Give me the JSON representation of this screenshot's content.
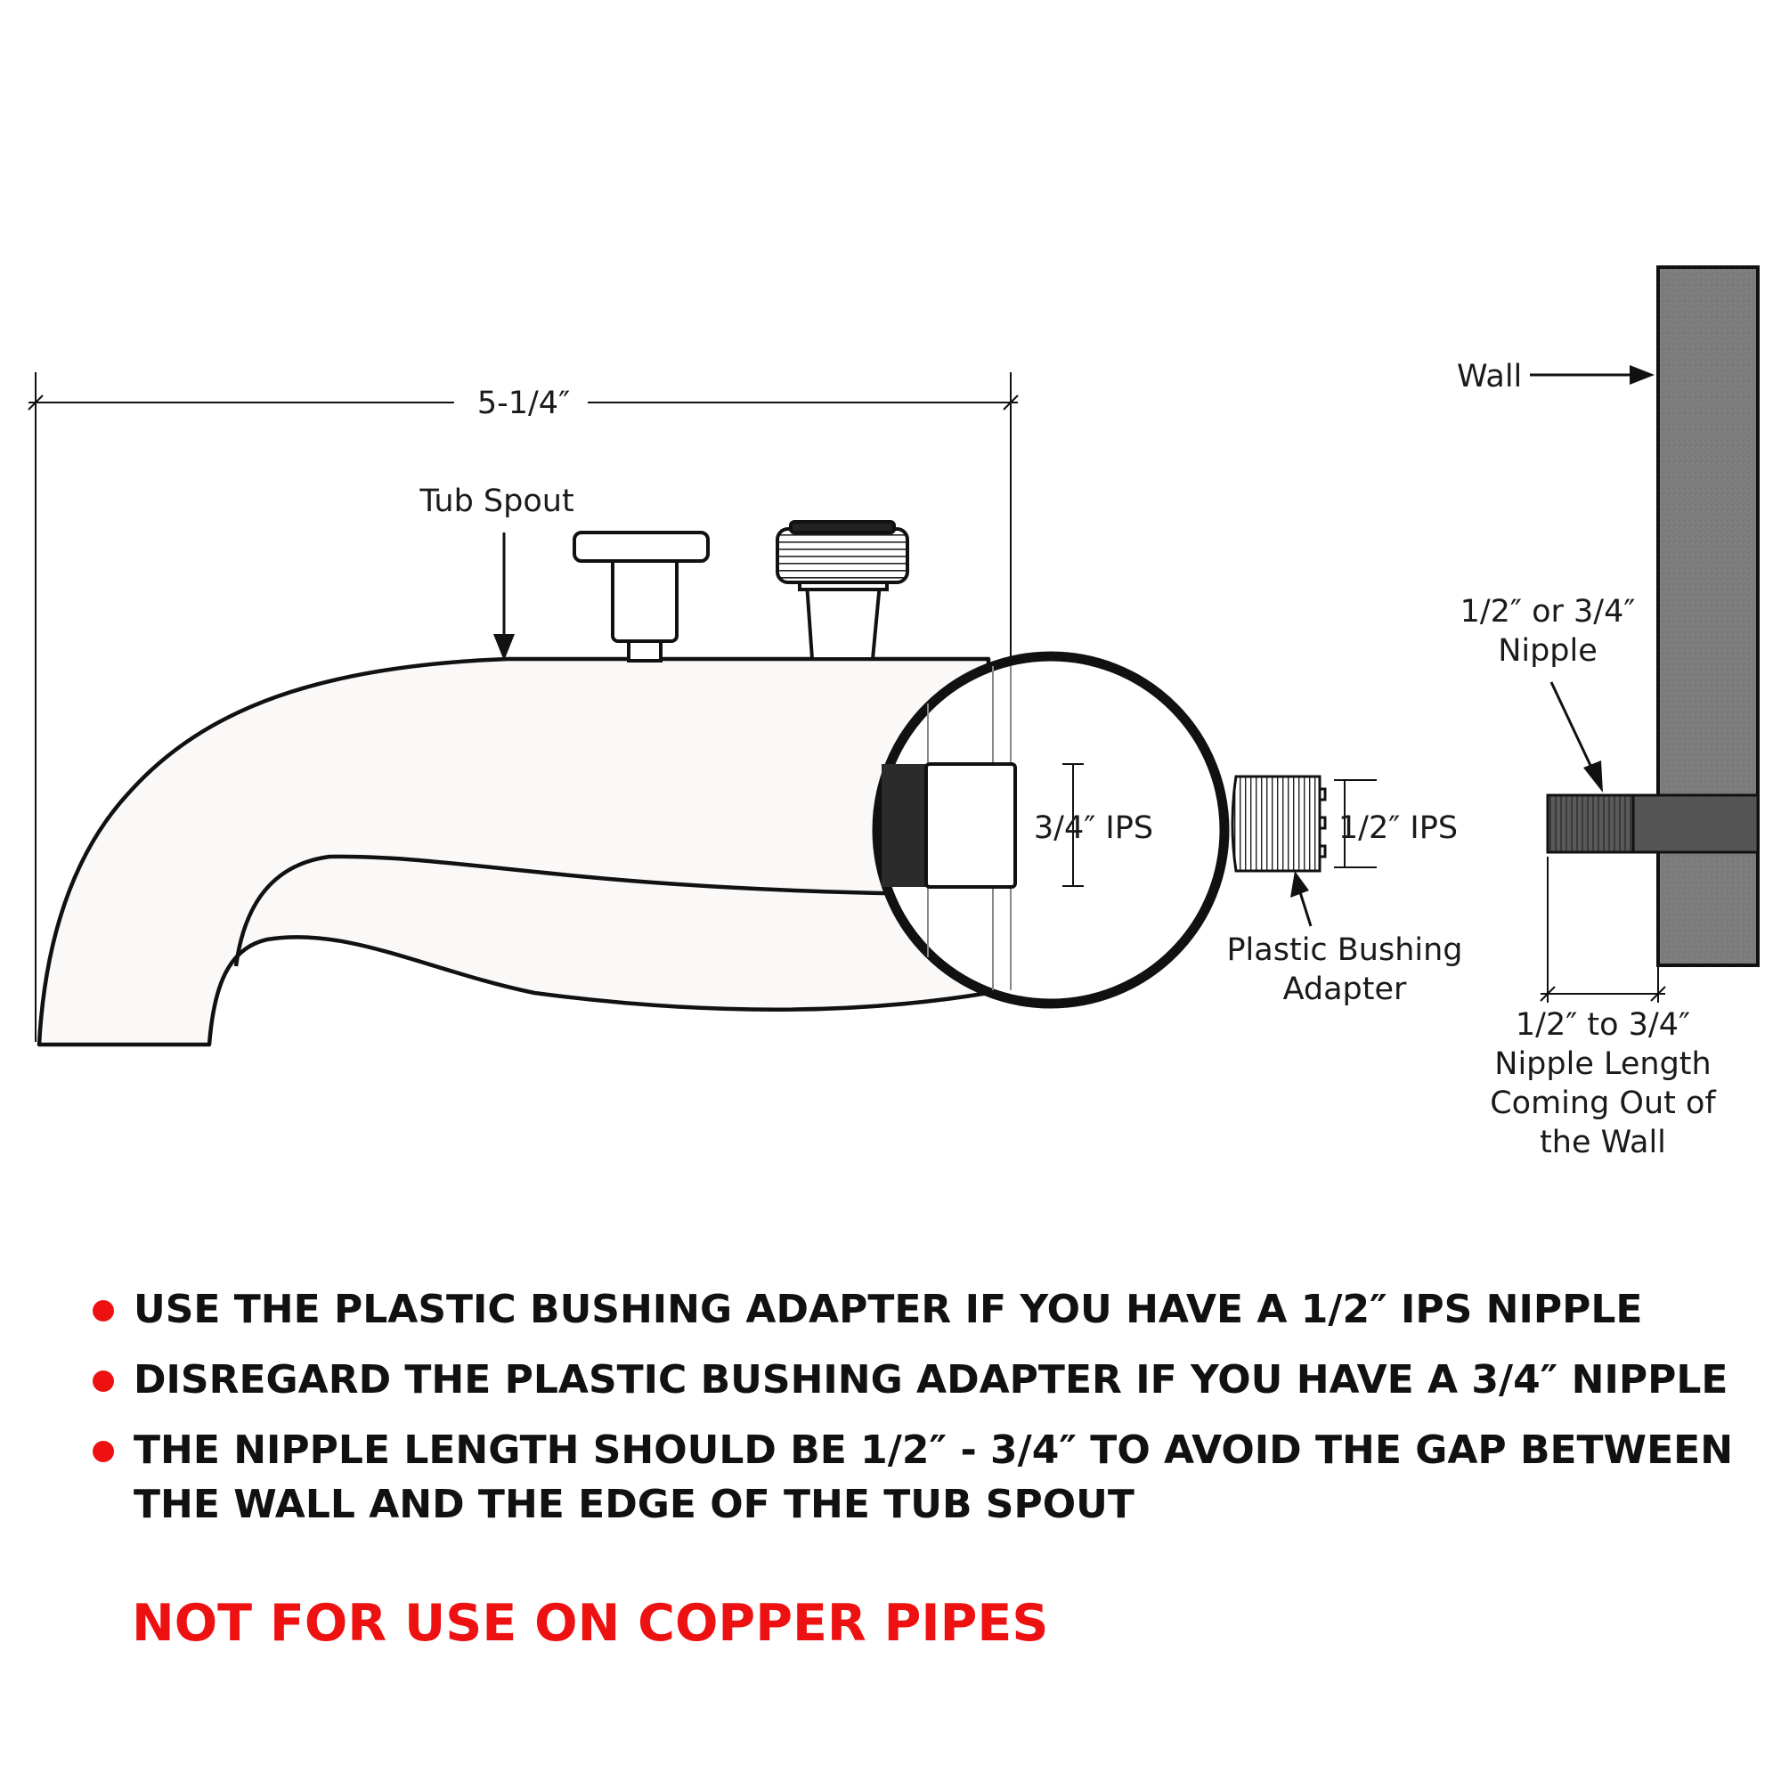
{
  "labels": {
    "width_dim": "5-1/4″",
    "tub_spout": "Tub Spout",
    "wall": "Wall",
    "ips_34": "3/4″ IPS",
    "ips_12": "1/2″ IPS",
    "bushing_line1": "Plastic Bushing",
    "bushing_line2": "Adapter",
    "nipple_line1": "1/2″ or 3/4″",
    "nipple_line2": "Nipple",
    "length_line1": "1/2″ to 3/4″",
    "length_line2": "Nipple Length",
    "length_line3": "Coming Out of",
    "length_line4": "the Wall"
  },
  "notes": [
    "USE THE PLASTIC BUSHING ADAPTER IF YOU HAVE A 1/2″ IPS NIPPLE",
    "DISREGARD THE PLASTIC BUSHING ADAPTER IF YOU HAVE A 3/4″ NIPPLE",
    "THE NIPPLE LENGTH SHOULD BE 1/2″ - 3/4″ TO AVOID THE GAP BETWEEN THE WALL AND THE EDGE OF THE TUB SPOUT"
  ],
  "warning": "NOT FOR USE ON COPPER PIPES",
  "colors": {
    "warning_red": "#ee1111",
    "wall_gray": "#7a7a7a",
    "outline": "#111111"
  }
}
